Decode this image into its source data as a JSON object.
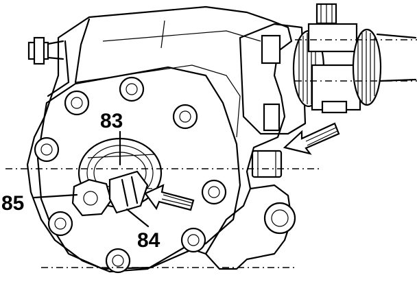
{
  "figure": {
    "callouts": [
      {
        "id": "83",
        "label": "83"
      },
      {
        "id": "84",
        "label": "84"
      },
      {
        "id": "85",
        "label": "85"
      }
    ]
  }
}
